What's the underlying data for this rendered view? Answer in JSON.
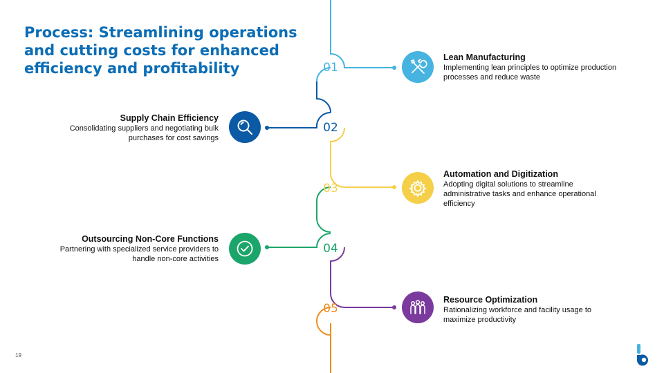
{
  "title": "Process: Streamlining operations and cutting costs for enhanced efficiency and profitability",
  "page_number": "19",
  "colors": {
    "title": "#0b6db5",
    "step1": "#46b3e0",
    "step2": "#0a5aa5",
    "step3": "#f5cf48",
    "step4": "#1ba56a",
    "step5": "#7a3a9e",
    "tail": "#f08c1e"
  },
  "steps": [
    {
      "number": "01",
      "heading": "Lean Manufacturing",
      "desc": "Implementing lean principles to optimize production processes and reduce waste",
      "side": "right",
      "icon": "tools-icon"
    },
    {
      "number": "02",
      "heading": "Supply Chain Efficiency",
      "desc": "Consolidating suppliers and negotiating bulk purchases for cost savings",
      "side": "left",
      "icon": "magnifier-icon"
    },
    {
      "number": "03",
      "heading": "Automation and Digitization",
      "desc": "Adopting digital solutions to streamline administrative tasks and enhance operational efficiency",
      "side": "right",
      "icon": "gear-icon"
    },
    {
      "number": "04",
      "heading": "Outsourcing Non-Core Functions",
      "desc": "Partnering with specialized service providers to handle non-core activities",
      "side": "left",
      "icon": "check-badge-icon"
    },
    {
      "number": "05",
      "heading": "Resource Optimization",
      "desc": "Rationalizing workforce and facility usage to maximize productivity",
      "side": "right",
      "icon": "team-icon"
    }
  ]
}
